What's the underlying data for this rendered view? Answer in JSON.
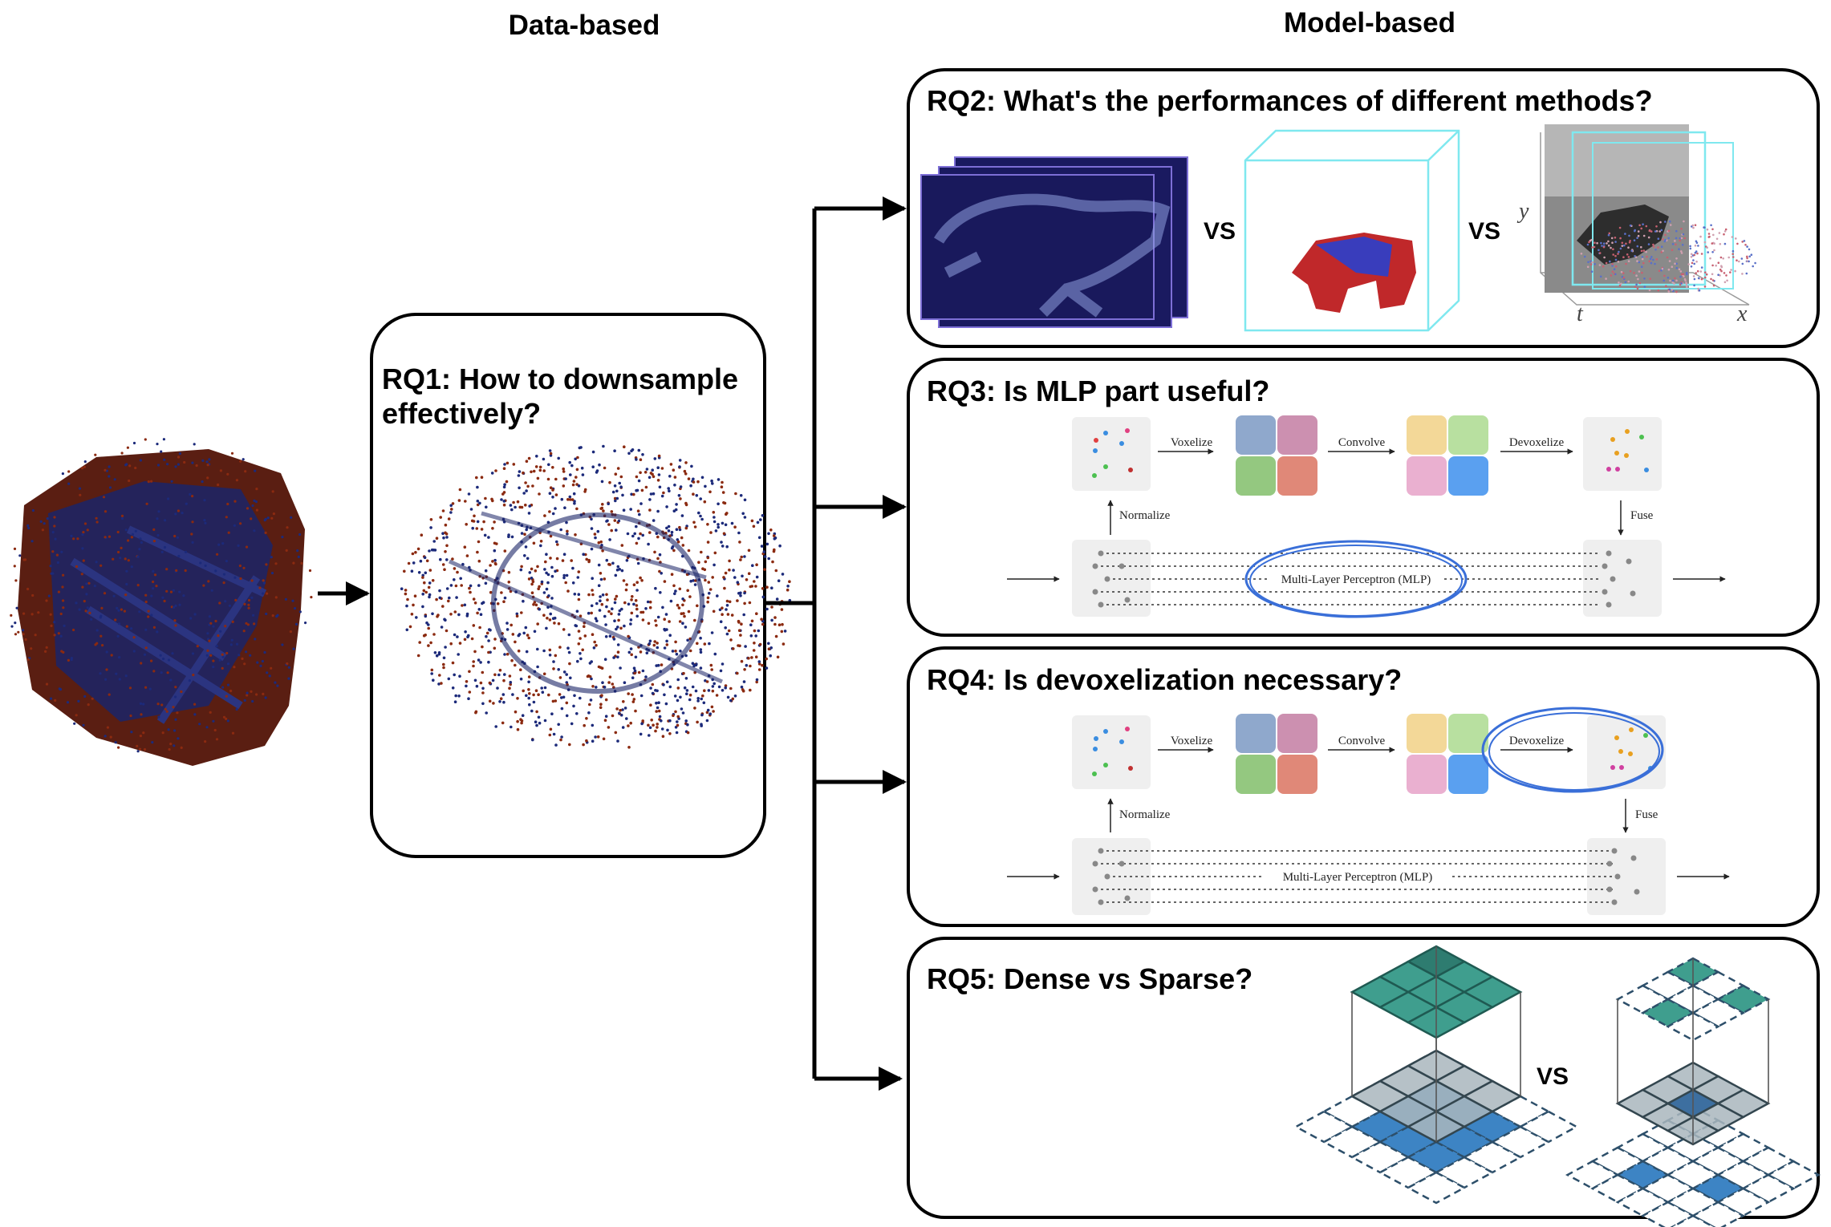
{
  "headers": {
    "data_based": "Data-based",
    "model_based": "Model-based"
  },
  "rq1": {
    "line1": "RQ1: How to downsample",
    "line2": "effectively?"
  },
  "rq2": {
    "title": "RQ2: What's the performances of different methods?",
    "vs1": "VS",
    "vs2": "VS",
    "axis_y": "y",
    "axis_t": "t",
    "axis_x": "x"
  },
  "rq3": {
    "title": "RQ3: Is MLP part useful?",
    "voxelize": "Voxelize",
    "convolve": "Convolve",
    "devoxelize": "Devoxelize",
    "normalize": "Normalize",
    "fuse": "Fuse",
    "mlp": "Multi-Layer Perceptron (MLP)"
  },
  "rq4": {
    "title": "RQ4: Is devoxelization necessary?",
    "voxelize": "Voxelize",
    "convolve": "Convolve",
    "devoxelize": "Devoxelize",
    "normalize": "Normalize",
    "fuse": "Fuse",
    "mlp": "Multi-Layer Perceptron (MLP)"
  },
  "rq5": {
    "title": "RQ5: Dense vs Sparse?",
    "vs": "VS"
  },
  "colors": {
    "point_red": "#8b2a10",
    "point_blue": "#1c2a7a",
    "outline_blue": "#3a6fd8",
    "teal": "#3f9e8e",
    "blue": "#3d84c4",
    "grey": "#a9b6bd",
    "cyan": "#7fe8ef"
  }
}
